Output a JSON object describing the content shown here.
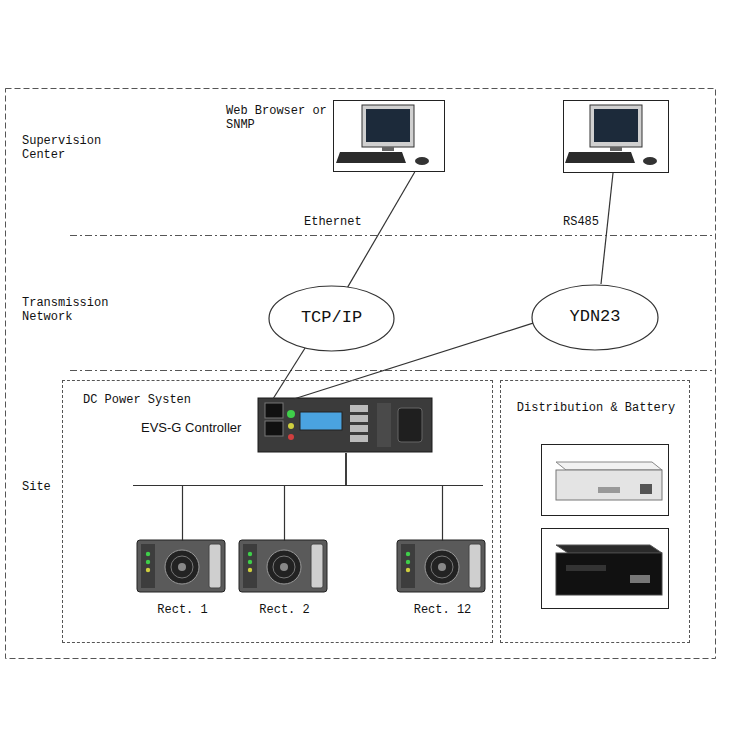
{
  "diagram": {
    "nodes": [
      {
        "text": [
          "Web Browser or SNMP"
        ]
      },
      {
        "text": [
          "TCP/IP"
        ]
      },
      {
        "text": [
          "YDN23"
        ]
      },
      {
        "text": [
          "DC Power Systen"
        ]
      },
      {
        "text": [
          "EVS-G Controller"
        ],
        "in": 3
      },
      {
        "text": [
          "Rect. 1"
        ],
        "in": 3
      },
      {
        "text": [
          "Rect. 2"
        ],
        "in": 3
      },
      {
        "text": [
          "Rect. 12"
        ],
        "in": 3
      },
      {
        "text": [
          "Distribution & Battery"
        ]
      }
    ],
    "edges": [
      {
        "from": 1,
        "to": 0,
        "arrow": "none"
      },
      {
        "from": 1,
        "to": 4,
        "arrow": "none"
      },
      {
        "from": 2,
        "to": 4,
        "arrow": "none"
      },
      {
        "from": 4,
        "to": 5,
        "arrow": "none"
      },
      {
        "from": 4,
        "to": 6,
        "arrow": "none"
      },
      {
        "from": 4,
        "to": 7,
        "arrow": "none"
      }
    ],
    "labels": [
      "Supervision Center",
      "Ethernet",
      "RS485",
      "Transmission Network",
      "Site"
    ]
  }
}
